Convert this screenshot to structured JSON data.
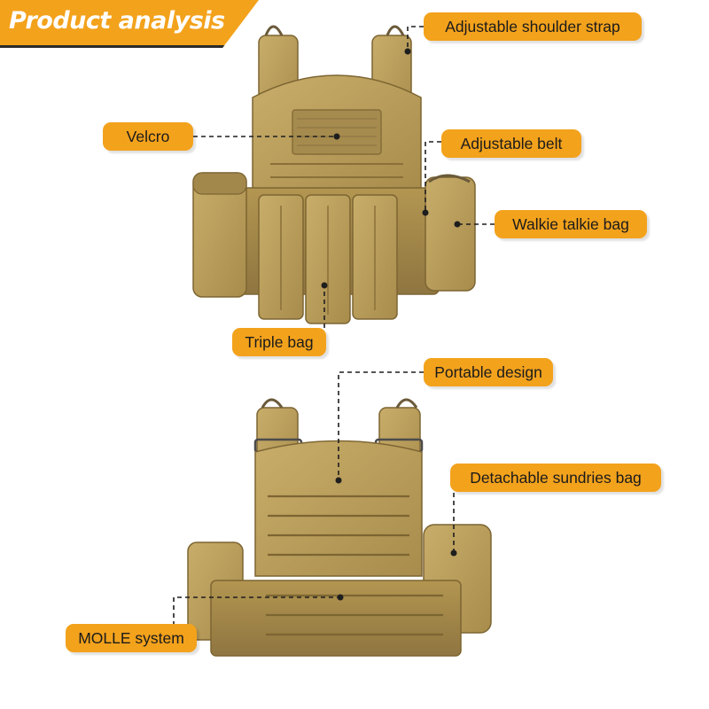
{
  "banner": {
    "title": "Product analysis"
  },
  "colors": {
    "accent": "#f3a21c",
    "vest": "#b89a55",
    "vest_dark": "#8a7038",
    "text": "#1b1b1b"
  },
  "labels": {
    "shoulder_strap": "Adjustable shoulder strap",
    "velcro": "Velcro",
    "belt": "Adjustable belt",
    "walkie_talkie": "Walkie talkie bag",
    "triple_bag": "Triple bag",
    "portable": "Portable design",
    "sundries": "Detachable sundries bag",
    "molle": "MOLLE system"
  }
}
